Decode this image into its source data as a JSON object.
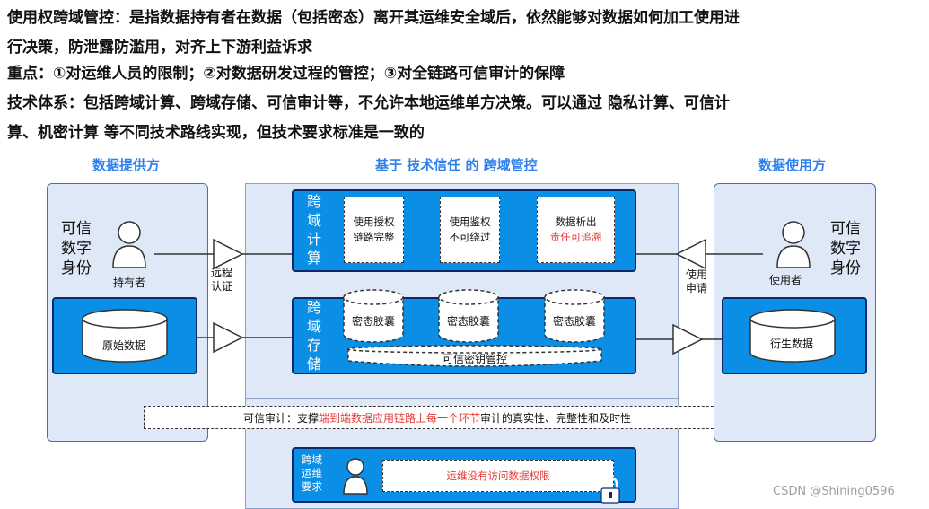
{
  "intro": {
    "line1": "使用权跨域管控：是指数据持有者在数据（包括密态）离开其运维安全域后，依然能够对数据如何加工使用进",
    "line2": "行决策，防泄露防滥用，对齐上下游利益诉求",
    "line3": "重点：①对运维人员的限制；②对数据研发过程的管控；③对全链路可信审计的保障",
    "line4": "技术体系：包括跨域计算、跨域存储、可信审计等，不允许本地运维单方决策。可以通过 隐私计算、可信计",
    "line5": "算、机密计算 等不同技术路线实现，但技术要求标准是一致的"
  },
  "headers": {
    "left": "数据提供方",
    "center": "基于 技术信任 的 跨域管控",
    "right": "数据使用方"
  },
  "left": {
    "identity": [
      "可信",
      "数字",
      "身份"
    ],
    "holder": "持有者",
    "data": "原始数据"
  },
  "right": {
    "identity": [
      "可信",
      "数字",
      "身份"
    ],
    "user": "使用者",
    "data": "衍生数据"
  },
  "arrows": {
    "remote": [
      "远程",
      "认证"
    ],
    "apply": [
      "使用",
      "申请"
    ]
  },
  "compute": {
    "title": [
      "跨",
      "域",
      "计",
      "算"
    ],
    "box1": [
      "使用授权",
      "链路完整"
    ],
    "box2": [
      "使用鉴权",
      "不可绕过"
    ],
    "box3_line1": "数据析出",
    "box3_line2": "责任可追溯"
  },
  "storage": {
    "title": [
      "跨",
      "域",
      "存",
      "储"
    ],
    "capsules": [
      "密态胶囊",
      "密态胶囊",
      "密态胶囊"
    ],
    "key": "可信密钥管控"
  },
  "audit": {
    "prefix": "可信审计：支撑",
    "highlight": "端到端数据应用链路上每一个环节",
    "suffix": "审计的真实性、完整性和及时性"
  },
  "ops": {
    "title": [
      "跨域",
      "运维",
      "要求"
    ],
    "text": "运维没有访问数据权限"
  },
  "watermark": "CSDN @Shining0596",
  "colors": {
    "accent_blue": "#0b8fe6",
    "header_blue": "#2f80ed",
    "panel_bg": "#dfe8f6",
    "highlight_red": "#e53935"
  }
}
